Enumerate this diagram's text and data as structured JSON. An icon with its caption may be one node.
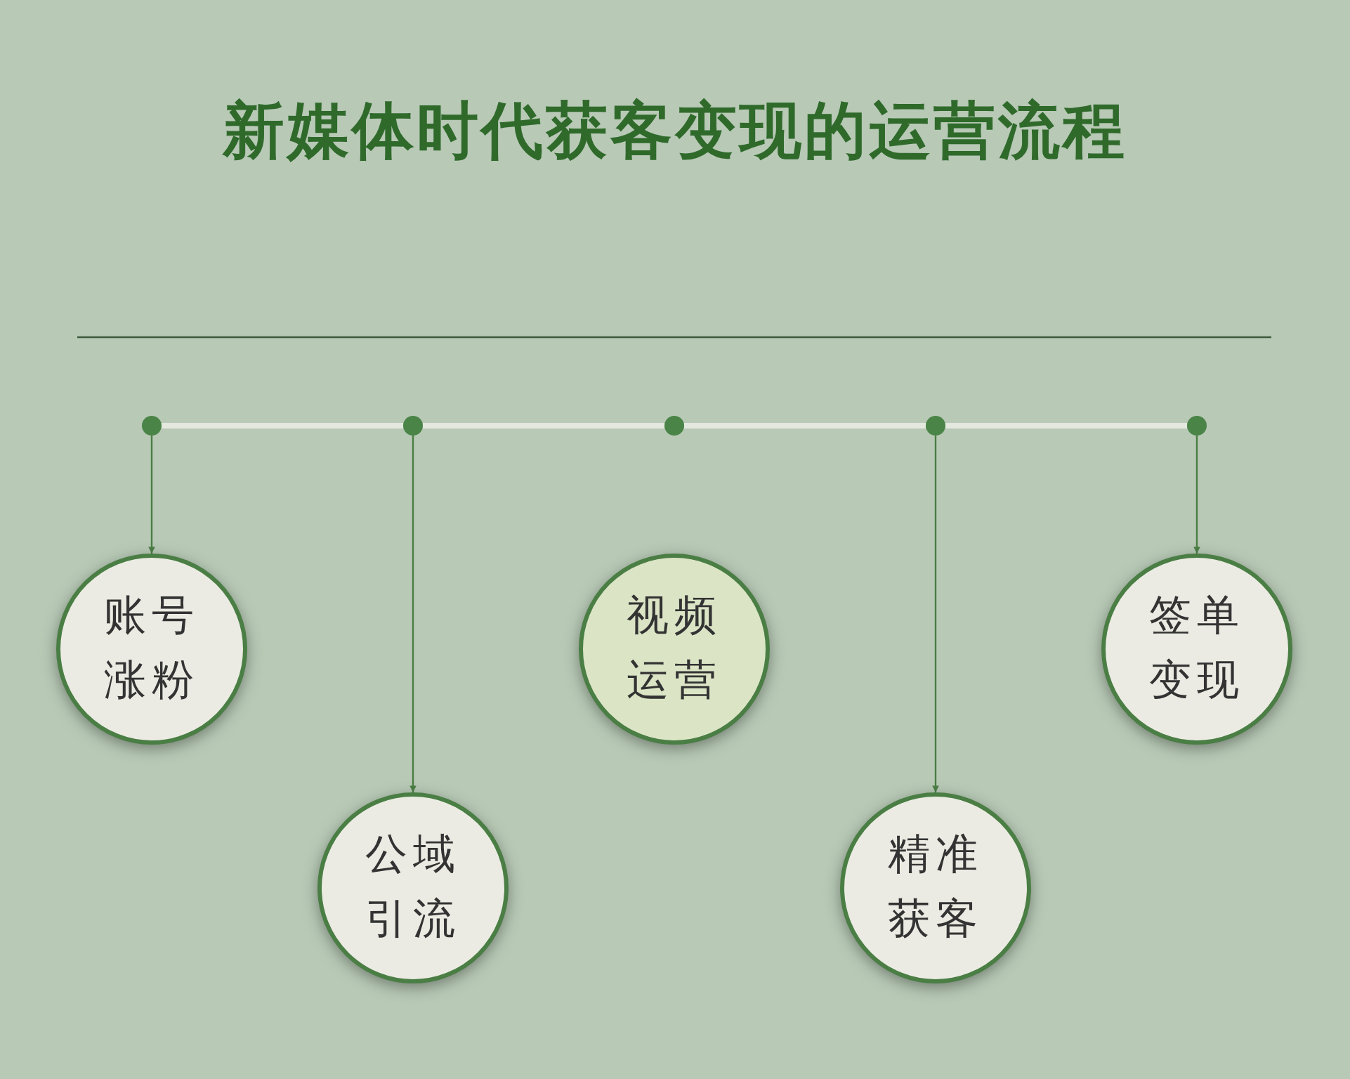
{
  "diagram": {
    "title": "新媒体时代获客变现的运营流程",
    "nodes": [
      {
        "text": [],
        "shape": "circle"
      },
      {
        "text": [],
        "shape": "circle"
      },
      {
        "text": [],
        "shape": "circle"
      },
      {
        "text": [],
        "shape": "circle"
      },
      {
        "text": [],
        "shape": "circle"
      },
      {
        "text": [
          "账号涨粉"
        ]
      },
      {
        "text": [
          "公域引流"
        ]
      },
      {
        "text": [
          "视频运营"
        ]
      },
      {
        "text": [
          "精准获客"
        ]
      },
      {
        "text": [
          "签单变现"
        ]
      }
    ],
    "edges": [
      {
        "from": 0,
        "to": 1,
        "arrow": "none",
        "style": "thick",
        "color": "#e4e8df"
      },
      {
        "from": 1,
        "to": 2,
        "arrow": "none",
        "style": "thick",
        "color": "#e4e8df"
      },
      {
        "from": 2,
        "to": 3,
        "arrow": "none",
        "style": "thick",
        "color": "#e4e8df"
      },
      {
        "from": 3,
        "to": 4,
        "arrow": "none",
        "style": "thick",
        "color": "#e4e8df"
      },
      {
        "from": 0,
        "to": 5,
        "arrow": "to",
        "color": "#4a7e44"
      },
      {
        "from": 1,
        "to": 6,
        "arrow": "to",
        "color": "#4a7e44"
      },
      {
        "from": 3,
        "to": 8,
        "arrow": "to",
        "color": "#4a7e44"
      },
      {
        "from": 4,
        "to": 9,
        "arrow": "to",
        "color": "#4a7e44"
      }
    ]
  }
}
